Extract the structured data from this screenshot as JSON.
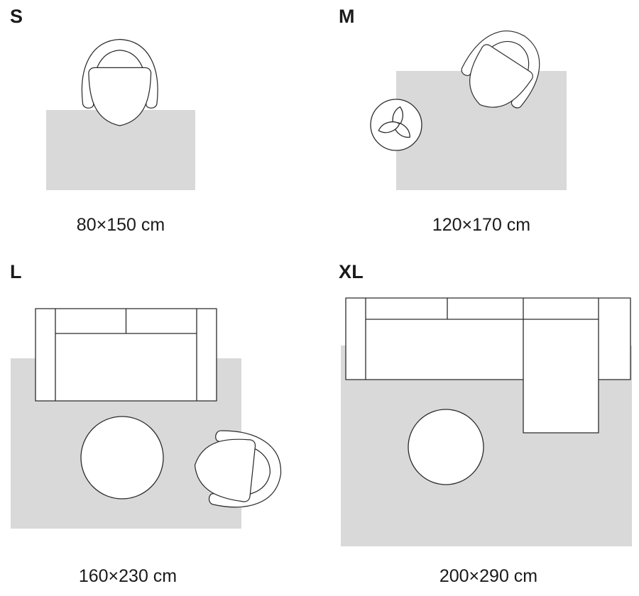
{
  "colors": {
    "background": "#ffffff",
    "rug": "#d9d9d9",
    "line": "#2b2b2b",
    "furniture": "#ffffff",
    "text": "#1a1a1a"
  },
  "panels": [
    {
      "id": "s",
      "label": "S",
      "caption": "80×150 cm",
      "furniture": [
        "armchair"
      ]
    },
    {
      "id": "m",
      "label": "M",
      "caption": "120×170 cm",
      "furniture": [
        "armchair",
        "potted-plant"
      ]
    },
    {
      "id": "l",
      "label": "L",
      "caption": "160×230 cm",
      "furniture": [
        "two-seat-sofa",
        "round-coffee-table",
        "armchair"
      ]
    },
    {
      "id": "xl",
      "label": "XL",
      "caption": "200×290 cm",
      "furniture": [
        "corner-sofa-with-chaise",
        "round-coffee-table"
      ]
    }
  ]
}
